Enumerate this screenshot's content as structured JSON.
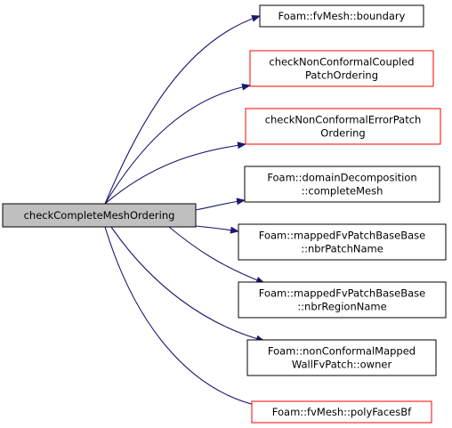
{
  "graph": {
    "root": {
      "label": [
        "checkCompleteMeshOrdering"
      ],
      "fill": "#bfbfbf",
      "border": "#000000"
    },
    "callees": [
      {
        "label": [
          "Foam::fvMesh::boundary"
        ],
        "border": "#000000"
      },
      {
        "label": [
          "checkNonConformalCoupled",
          "PatchOrdering"
        ],
        "border": "#ff0000"
      },
      {
        "label": [
          "checkNonConformalErrorPatch",
          "Ordering"
        ],
        "border": "#ff0000"
      },
      {
        "label": [
          "Foam::domainDecomposition",
          "::completeMesh"
        ],
        "border": "#000000"
      },
      {
        "label": [
          "Foam::mappedFvPatchBaseBase",
          "::nbrPatchName"
        ],
        "border": "#000000"
      },
      {
        "label": [
          "Foam::mappedFvPatchBaseBase",
          "::nbrRegionName"
        ],
        "border": "#000000"
      },
      {
        "label": [
          "Foam::nonConformalMapped",
          "WallFvPatch::owner"
        ],
        "border": "#000000"
      },
      {
        "label": [
          "Foam::fvMesh::polyFacesBf"
        ],
        "border": "#ff0000"
      }
    ],
    "edge_color": "#191970"
  }
}
